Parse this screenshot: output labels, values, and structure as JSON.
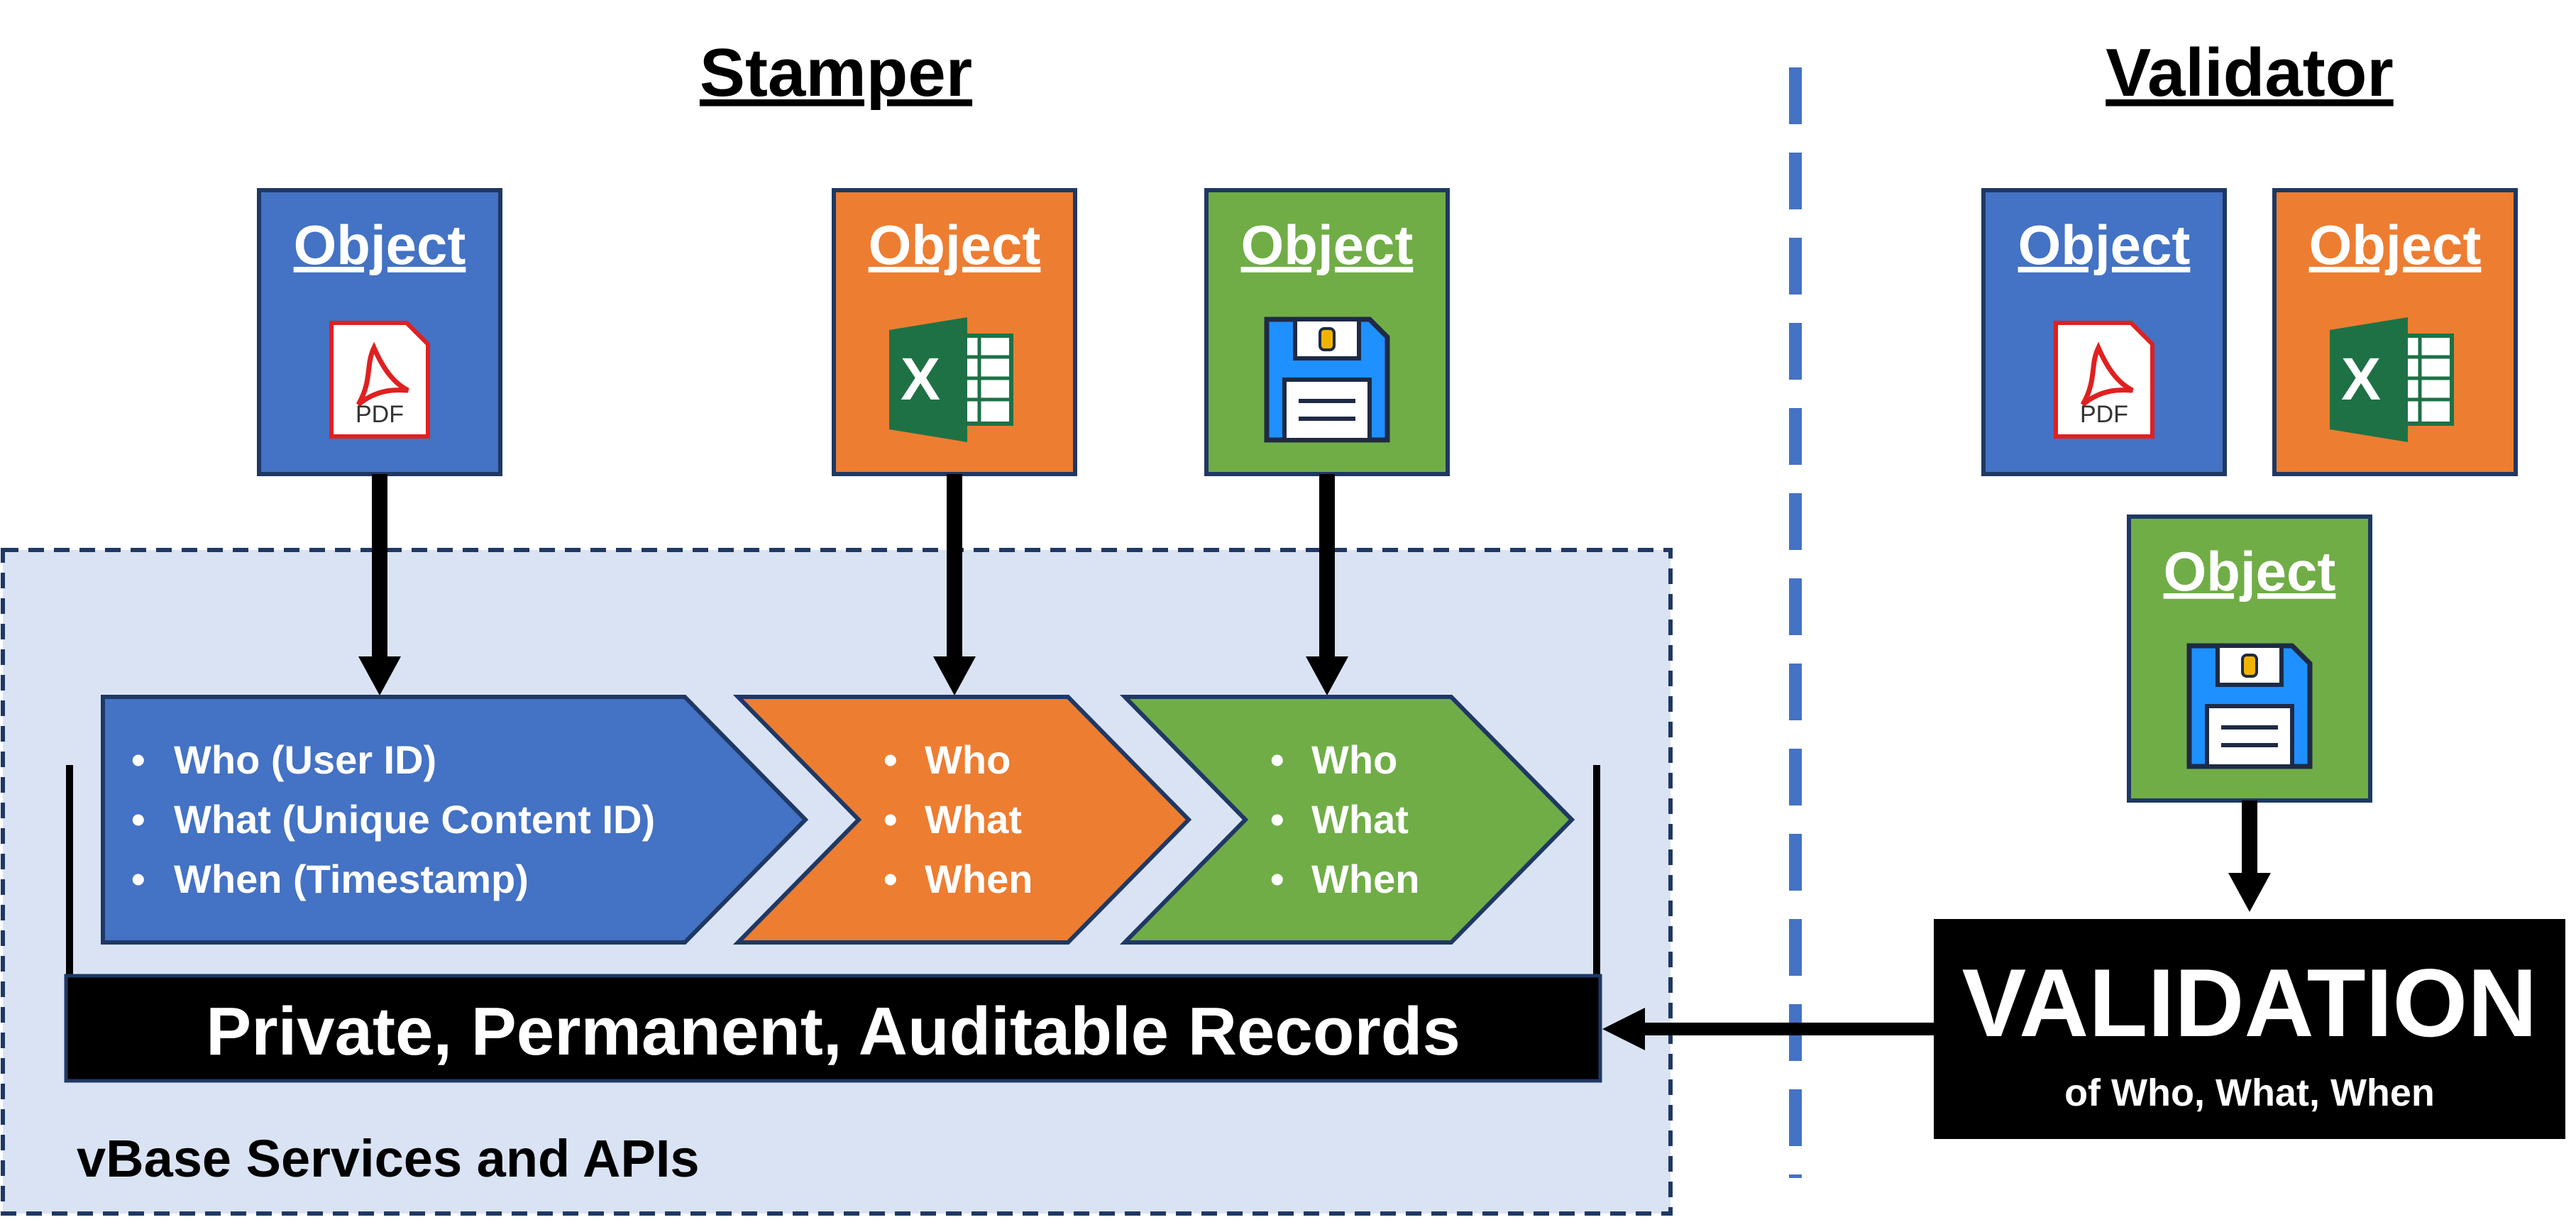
{
  "stamper": {
    "title": "Stamper"
  },
  "validator": {
    "title": "Validator"
  },
  "objects": {
    "label": "Object",
    "colors": {
      "blue": "#4472C4",
      "orange": "#ED7D31",
      "green": "#70AD47",
      "border": "#1F3864"
    }
  },
  "icons": {
    "pdf": {
      "name": "pdf-file-icon",
      "text": "PDF"
    },
    "excel": {
      "name": "excel-icon",
      "text": "X"
    },
    "floppy": {
      "name": "floppy-disk-icon",
      "text": "0"
    }
  },
  "chevrons": {
    "blue": {
      "items": [
        "Who (User ID)",
        "What (Unique Content ID)",
        "When (Timestamp)"
      ]
    },
    "orange": {
      "items": [
        "Who",
        "What",
        "When"
      ]
    },
    "green": {
      "items": [
        "Who",
        "What",
        "When"
      ]
    }
  },
  "records": {
    "label": "Private, Permanent, Auditable Records"
  },
  "services": {
    "label": "vBase Services and APIs",
    "background": "#DAE3F3"
  },
  "validation": {
    "title": "VALIDATION",
    "subtitle": "of Who, What, When"
  },
  "colors": {
    "divider": "#4472C4",
    "black": "#000000"
  }
}
